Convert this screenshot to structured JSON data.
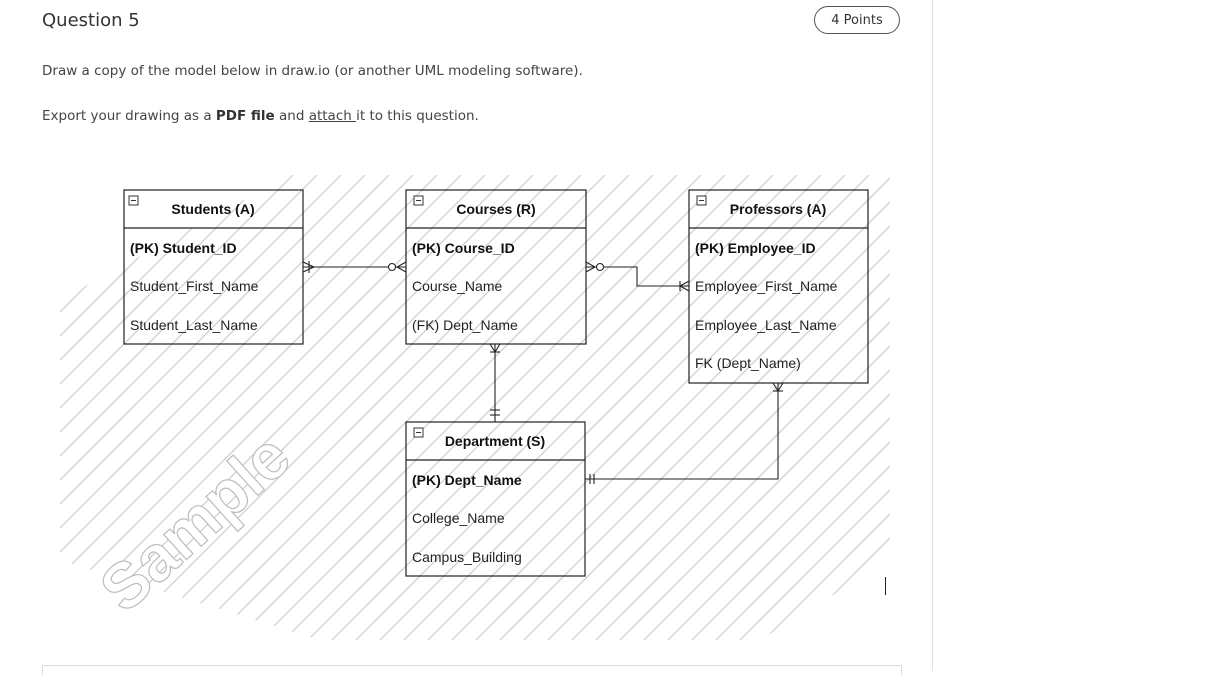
{
  "question": {
    "title": "Question 5",
    "points": "4 Points",
    "line1": "Draw a copy of the model below in draw.io (or another UML modeling software).",
    "line2_prefix": "Export your drawing as a ",
    "line2_bold": "PDF file",
    "line2_mid": " and ",
    "line2_link": "attach ",
    "line2_suffix": "it to this question."
  },
  "diagram": {
    "watermark": "Sample",
    "entities": {
      "students": {
        "title": "Students (A)",
        "fields": [
          "(PK) Student_ID",
          "Student_First_Name",
          "Student_Last_Name"
        ]
      },
      "courses": {
        "title": "Courses (R)",
        "fields": [
          "(PK) Course_ID",
          "Course_Name",
          "(FK) Dept_Name"
        ]
      },
      "professors": {
        "title": "Professors (A)",
        "fields": [
          "(PK) Employee_ID",
          "Employee_First_Name",
          "Employee_Last_Name",
          "FK (Dept_Name)"
        ]
      },
      "department": {
        "title": "Department (S)",
        "fields": [
          "(PK) Dept_Name",
          "College_Name",
          "Campus_Building"
        ]
      }
    }
  }
}
